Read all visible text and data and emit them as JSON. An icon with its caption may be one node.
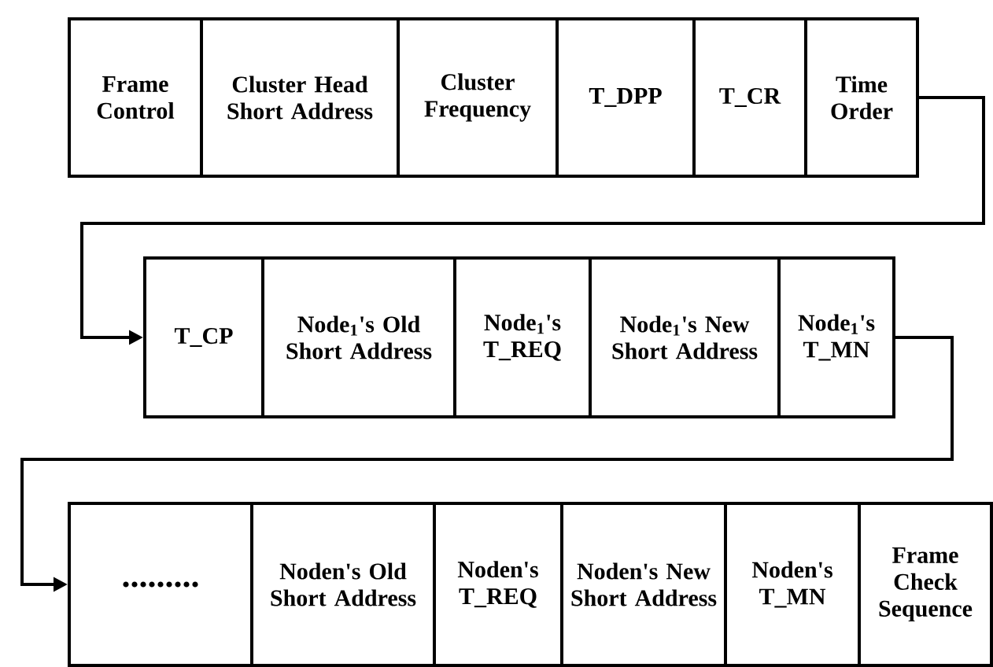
{
  "diagram": {
    "nodes": [
      {
        "text": [
          "Frame Control"
        ]
      },
      {
        "text": [
          "Cluster Head Short Address"
        ]
      },
      {
        "text": [
          "Cluster Frequency"
        ]
      },
      {
        "text": [
          "T_DPP"
        ]
      },
      {
        "text": [
          "T_CR"
        ]
      },
      {
        "text": [
          "Time Order"
        ]
      },
      {
        "text": [
          "T_CP"
        ]
      },
      {
        "text": [
          "Node$_{1}$'s Old Short Address"
        ]
      },
      {
        "text": [
          "Node$_{1}$'s T_REQ"
        ]
      },
      {
        "text": [
          "Node$_{1}$'s New Short Address"
        ]
      },
      {
        "text": [
          "Node$_{1}$'s T_MN"
        ]
      },
      {
        "text": [
          "........."
        ]
      },
      {
        "text": [
          "Noden's Old Short Address"
        ]
      },
      {
        "text": [
          "Noden's T_REQ"
        ]
      },
      {
        "text": [
          "Noden's New Short Address"
        ]
      },
      {
        "text": [
          "Noden's T_MN"
        ]
      },
      {
        "text": [
          "Frame Check Sequence"
        ]
      }
    ],
    "edges": [
      {
        "from": 5,
        "to": 6,
        "arrow": "to"
      },
      {
        "from": 10,
        "to": 11,
        "arrow": "to"
      }
    ]
  }
}
